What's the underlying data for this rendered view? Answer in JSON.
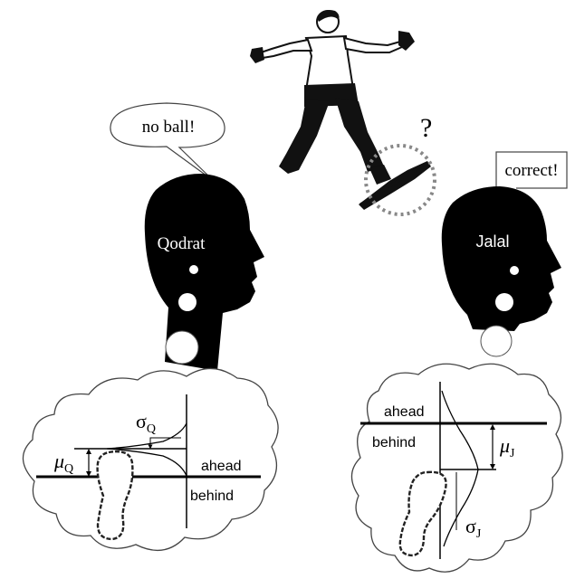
{
  "question_mark": "?",
  "left": {
    "speech": "no ball!",
    "name": "Qodrat",
    "sigma_symbol": "σ",
    "sigma_sub": "Q",
    "mu_symbol": "μ",
    "mu_sub": "Q",
    "ahead": "ahead",
    "behind": "behind"
  },
  "right": {
    "speech": "correct!",
    "name": "Jalal",
    "sigma_symbol": "σ",
    "sigma_sub": "J",
    "mu_symbol": "μ",
    "mu_sub": "J",
    "ahead": "ahead",
    "behind": "behind"
  }
}
